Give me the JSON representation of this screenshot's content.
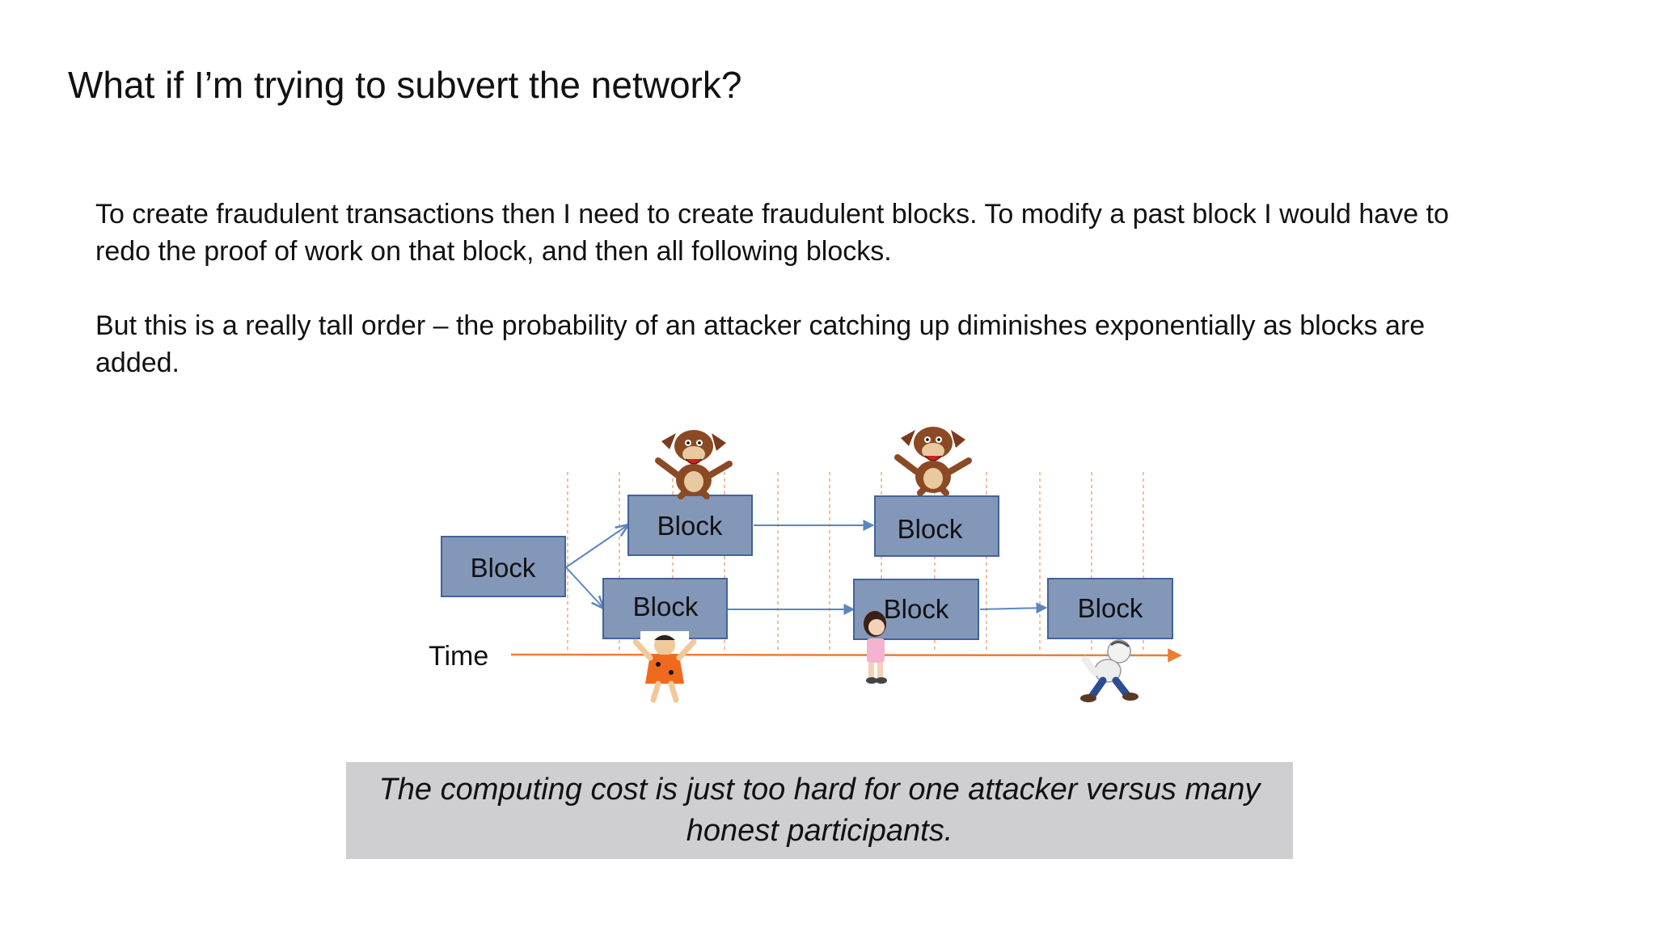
{
  "slide": {
    "title": "What if I’m trying to subvert the network?",
    "paragraphs": [
      "To create fraudulent transactions then I need to create fraudulent blocks. To modify a past block I would have to redo the proof of work on that block, and then all following blocks.",
      "But this is a really tall order – the probability of an attacker catching up diminishes exponentially as blocks are added."
    ],
    "callout": "The computing cost is just too hard for one attacker versus many honest participants."
  },
  "diagram": {
    "blocks": {
      "origin": "Block",
      "attacker_1": "Block",
      "attacker_2": "Block",
      "honest_1": "Block",
      "honest_2": "Block",
      "honest_3": "Block"
    },
    "time_label": "Time",
    "characters": [
      "tasmanian-devil",
      "tasmanian-devil",
      "fred-flintstone",
      "girl-character",
      "popeye"
    ],
    "colors": {
      "block_fill": "#8397b8",
      "block_stroke": "#41639a",
      "arrow": "#5b86c0",
      "timeline": "#ed7d31",
      "callout_bg": "#cfcfd2"
    }
  }
}
